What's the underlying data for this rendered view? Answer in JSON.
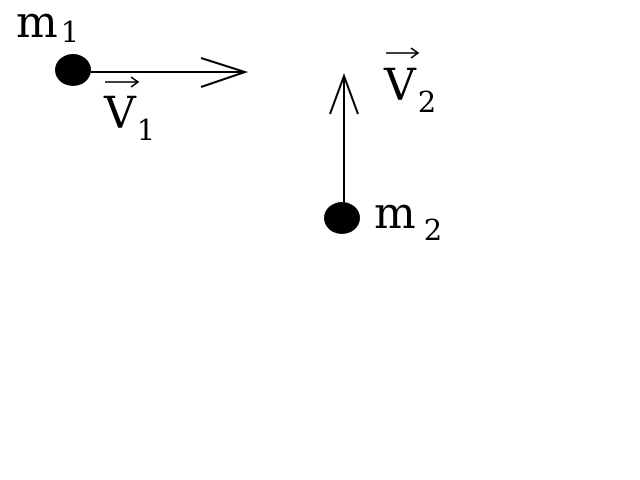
{
  "mass1": {
    "symbol": "m",
    "subscript": "1"
  },
  "mass2": {
    "symbol": "m",
    "subscript": "2"
  },
  "velocity1": {
    "symbol": "V",
    "subscript": "1",
    "direction": "right"
  },
  "velocity2": {
    "symbol": "V",
    "subscript": "2",
    "direction": "up"
  },
  "colors": {
    "ink": "#000000",
    "background": "#ffffff"
  }
}
